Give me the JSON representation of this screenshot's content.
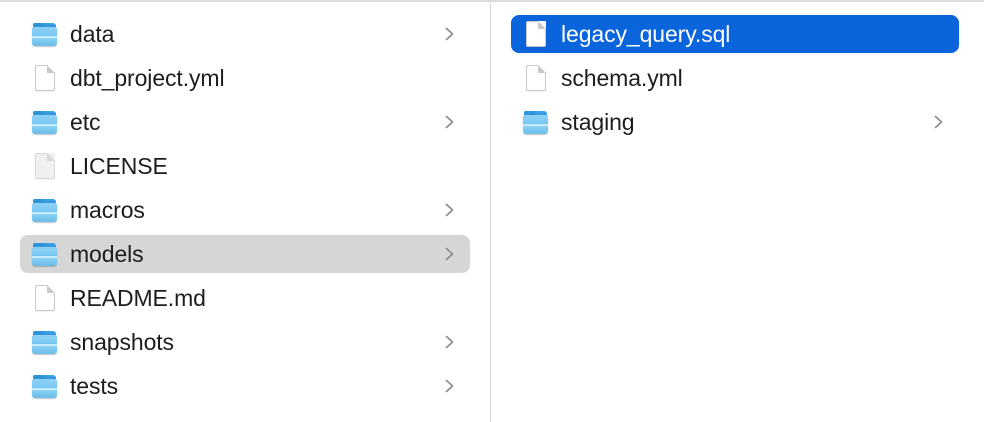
{
  "window": {
    "type": "file-browser-column-view",
    "accent_color": "#0a64dc",
    "selection_gray": "#d6d6d6",
    "folder_color": "#79c8f1",
    "text_color": "#1d1d1f"
  },
  "columns": [
    {
      "name": "parent-column",
      "items": [
        {
          "label": "data",
          "kind": "folder",
          "has_chevron": true,
          "selected": false,
          "icon": "folder-icon"
        },
        {
          "label": "dbt_project.yml",
          "kind": "document",
          "has_chevron": false,
          "selected": false,
          "icon": "document-icon"
        },
        {
          "label": "etc",
          "kind": "folder",
          "has_chevron": true,
          "selected": false,
          "icon": "folder-icon"
        },
        {
          "label": "LICENSE",
          "kind": "document",
          "has_chevron": false,
          "selected": false,
          "icon": "document-plain-icon"
        },
        {
          "label": "macros",
          "kind": "folder",
          "has_chevron": true,
          "selected": false,
          "icon": "folder-icon"
        },
        {
          "label": "models",
          "kind": "folder",
          "has_chevron": true,
          "selected": true,
          "icon": "folder-icon"
        },
        {
          "label": "README.md",
          "kind": "document",
          "has_chevron": false,
          "selected": false,
          "icon": "document-icon"
        },
        {
          "label": "snapshots",
          "kind": "folder",
          "has_chevron": true,
          "selected": false,
          "icon": "folder-icon"
        },
        {
          "label": "tests",
          "kind": "folder",
          "has_chevron": true,
          "selected": false,
          "icon": "folder-icon"
        }
      ]
    },
    {
      "name": "child-column",
      "items": [
        {
          "label": "legacy_query.sql",
          "kind": "document",
          "has_chevron": false,
          "selected": true,
          "icon": "document-icon"
        },
        {
          "label": "schema.yml",
          "kind": "document",
          "has_chevron": false,
          "selected": false,
          "icon": "document-icon"
        },
        {
          "label": "staging",
          "kind": "folder",
          "has_chevron": true,
          "selected": false,
          "icon": "folder-icon"
        }
      ]
    }
  ]
}
